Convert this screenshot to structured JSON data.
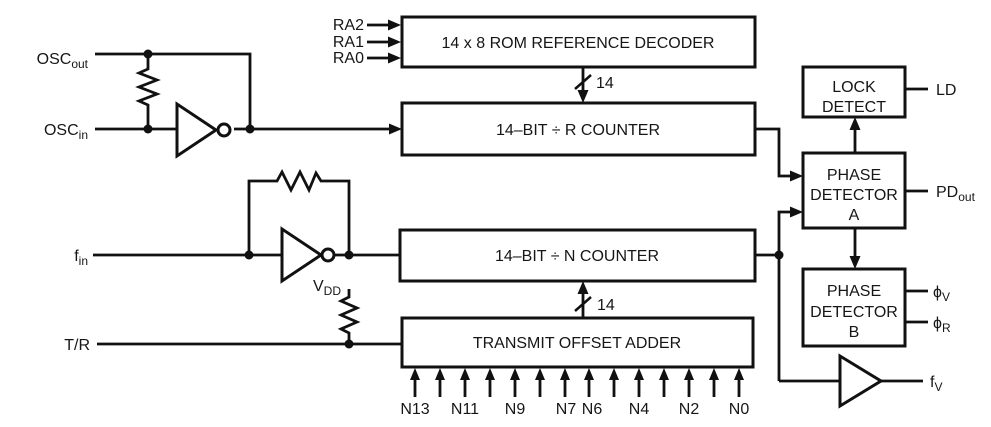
{
  "blocks": {
    "rom_decoder": {
      "label": "14 x 8 ROM REFERENCE DECODER"
    },
    "r_counter": {
      "label": "14–BIT ÷ R COUNTER"
    },
    "n_counter": {
      "label": "14–BIT ÷ N COUNTER"
    },
    "offset_adder": {
      "label": "TRANSMIT OFFSET ADDER"
    },
    "lock_detect": {
      "line1": "LOCK",
      "line2": "DETECT"
    },
    "phase_detector_a": {
      "line1": "PHASE",
      "line2": "DETECTOR",
      "line3": "A"
    },
    "phase_detector_b": {
      "line1": "PHASE",
      "line2": "DETECTOR",
      "line3": "B"
    }
  },
  "pins": {
    "ra2": "RA2",
    "ra1": "RA1",
    "ra0": "RA0",
    "osc_out_base": "OSC",
    "osc_out_sub": "out",
    "osc_in_base": "OSC",
    "osc_in_sub": "in",
    "f_in_base": "f",
    "f_in_sub": "in",
    "t_r": "T/R",
    "vdd_base": "V",
    "vdd_sub": "DD",
    "ld": "LD",
    "pd_out_base": "PD",
    "pd_out_sub": "out",
    "phi_v_base": "ϕ",
    "phi_v_sub": "V",
    "phi_r_base": "ϕ",
    "phi_r_sub": "R",
    "f_v_base": "f",
    "f_v_sub": "V"
  },
  "buses": {
    "rom_to_r_width": "14",
    "adder_to_n_width": "14"
  },
  "n_inputs": [
    "N13",
    "N11",
    "N9",
    "N7",
    "N6",
    "N4",
    "N2",
    "N0"
  ],
  "colors": {
    "line": "#111111",
    "background": "#ffffff",
    "text": "#161616"
  }
}
